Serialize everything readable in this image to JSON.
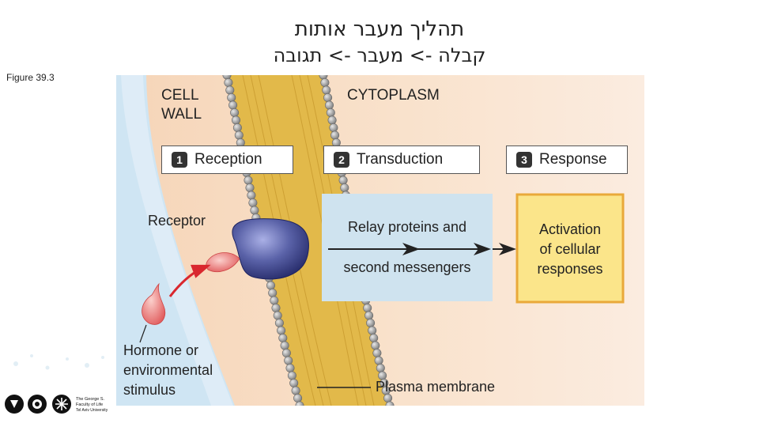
{
  "title_line1": "תהליך מעבר אותות",
  "title_line2": "קבלה -> מעבר -> תגובה",
  "figure_label": "Figure 39.3",
  "diagram": {
    "cell_wall": "CELL WALL",
    "cytoplasm": "CYTOPLASM",
    "steps": [
      {
        "number": "1",
        "label": "Reception"
      },
      {
        "number": "2",
        "label": "Transduction"
      },
      {
        "number": "3",
        "label": "Response"
      }
    ],
    "receptor": "Receptor",
    "relay_line1": "Relay proteins and",
    "relay_line2": "second messengers",
    "response_box": [
      "Activation",
      "of cellular",
      "responses"
    ],
    "hormone": [
      "Hormone or",
      "environmental",
      "stimulus"
    ],
    "plasma_membrane": "Plasma membrane"
  },
  "logo": {
    "text": [
      "The George S.",
      "Faculty of Life",
      "Tel Aviv University"
    ]
  },
  "colors": {
    "cytoplasm_bg": "#f6d8bd",
    "cell_wall_bg": "#cfe5f3",
    "membrane": "#e2b94a",
    "phospholipid_head": "#9a9a9a",
    "receptor": "#5a62a8",
    "hormone": "#ee7f7c",
    "arrow": "#d9272e",
    "relay_box": "#cfe3ef",
    "response_box": "#fbe58a",
    "response_border": "#e9a93a"
  }
}
